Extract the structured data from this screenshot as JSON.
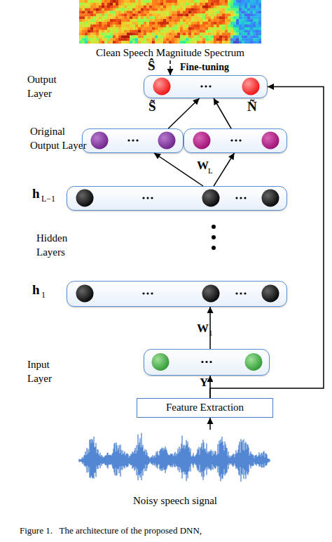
{
  "diagram": {
    "caption": "Figure 1.   The architecture of the proposed DNN,",
    "nodes": [
      {
        "text": [
          "Clean Speech Magnitude Spectrum"
        ]
      },
      {
        "text": [
          "Output Layer"
        ]
      },
      {
        "text": [
          "Original Output Layer",
          "S̃"
        ]
      },
      {
        "text": [
          "Ñ"
        ]
      },
      {
        "text": [
          "h",
          "L−1"
        ]
      },
      {
        "text": [
          "h",
          "1"
        ]
      },
      {
        "text": [
          "Input Layer"
        ]
      },
      {
        "text": [
          "Feature Extraction"
        ]
      },
      {
        "text": [
          "Noisy speech signal"
        ]
      }
    ],
    "edges": [
      {
        "from": 0,
        "to": 1,
        "arrow": "to",
        "label": "Fine-tuning"
      },
      {
        "from": 2,
        "to": 1,
        "arrow": "to"
      },
      {
        "from": 3,
        "to": 1,
        "arrow": "to"
      },
      {
        "from": 4,
        "to": 2,
        "arrow": "to"
      },
      {
        "from": 4,
        "to": 3,
        "arrow": "to"
      },
      {
        "from": 6,
        "to": 5,
        "arrow": "to"
      },
      {
        "from": 7,
        "to": 6,
        "arrow": "to"
      },
      {
        "from": 7,
        "to": 1,
        "arrow": "to"
      },
      {
        "from": 8,
        "to": 7,
        "arrow": "to"
      }
    ],
    "labels": [
      "Ŝ",
      "W",
      "L",
      "Hidden Layers",
      "W",
      "1",
      "Y"
    ]
  }
}
